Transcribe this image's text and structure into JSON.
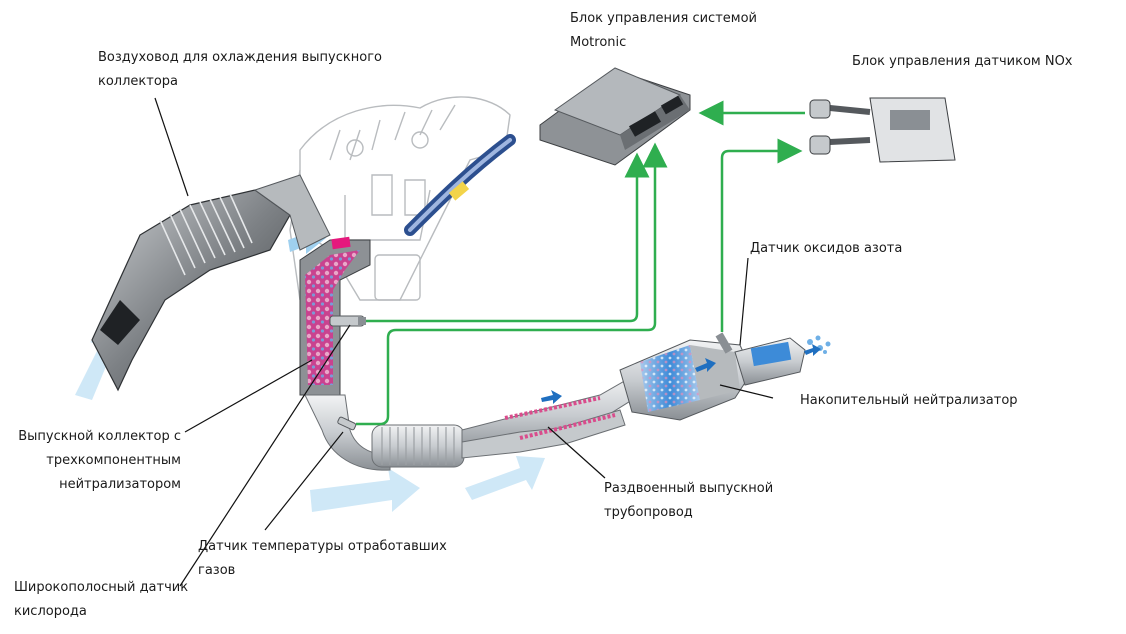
{
  "labels": {
    "air_duct": [
      "Воздуховод для охлаждения выпускного",
      "коллектора"
    ],
    "motronic": [
      "Блок управления системой",
      "Motronic"
    ],
    "nox_unit": [
      "Блок управления датчиком NOx"
    ],
    "nox_sensor": [
      "Датчик оксидов азота"
    ],
    "storage_cat": [
      "Накопительный нейтрализатор"
    ],
    "manifold": [
      "Выпускной коллектор с",
      "трехкомпонентным",
      "нейтрализатором"
    ],
    "split_pipe": [
      "Раздвоенный выпускной",
      "трубопровод"
    ],
    "temp_sensor": [
      "Датчик температуры отработавших",
      "газов"
    ],
    "lambda": [
      "Широкополосный датчик",
      "кислорода"
    ]
  },
  "colors": {
    "signal_line": "#2fae4f",
    "airflow": "#cfe8f7",
    "metal_light": "#d8dbde",
    "metal_dark": "#6b6f73",
    "manifold_fill": "#c9428f",
    "catalyst_blue": "#3d8bd8",
    "flow_arrow": "#1f6fc0"
  }
}
